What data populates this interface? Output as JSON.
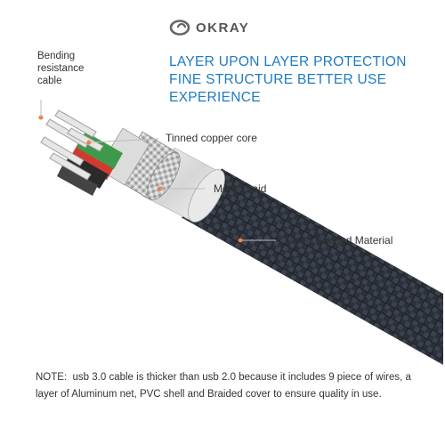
{
  "brand": {
    "name": "OKRAY",
    "icon": "okray-logo-icon"
  },
  "headline": {
    "line1": "LAYER UPON LAYER PROTECTION",
    "line2": "FINE STRUCTURE BETTER USE",
    "line3": "EXPERIENCE",
    "color": "#1f7bc2"
  },
  "labels": {
    "bending_line1": "Bending",
    "bending_line2": "resistance",
    "bending_line3": "cable",
    "core": "Tinned copper core",
    "braid": "Metal braid",
    "nylon": "Nylon Braided Material"
  },
  "note": {
    "prefix": "NOTE:",
    "text": "usb 3.0 cable is thicker than usb 2.0 because it includes 9 piece of wires, a layer of Aluminum net, PVC shell and Braided cover to ensure quality in use."
  },
  "colors": {
    "accent_dot": "#f07a3a",
    "cable_dark": "#2a2f38"
  }
}
